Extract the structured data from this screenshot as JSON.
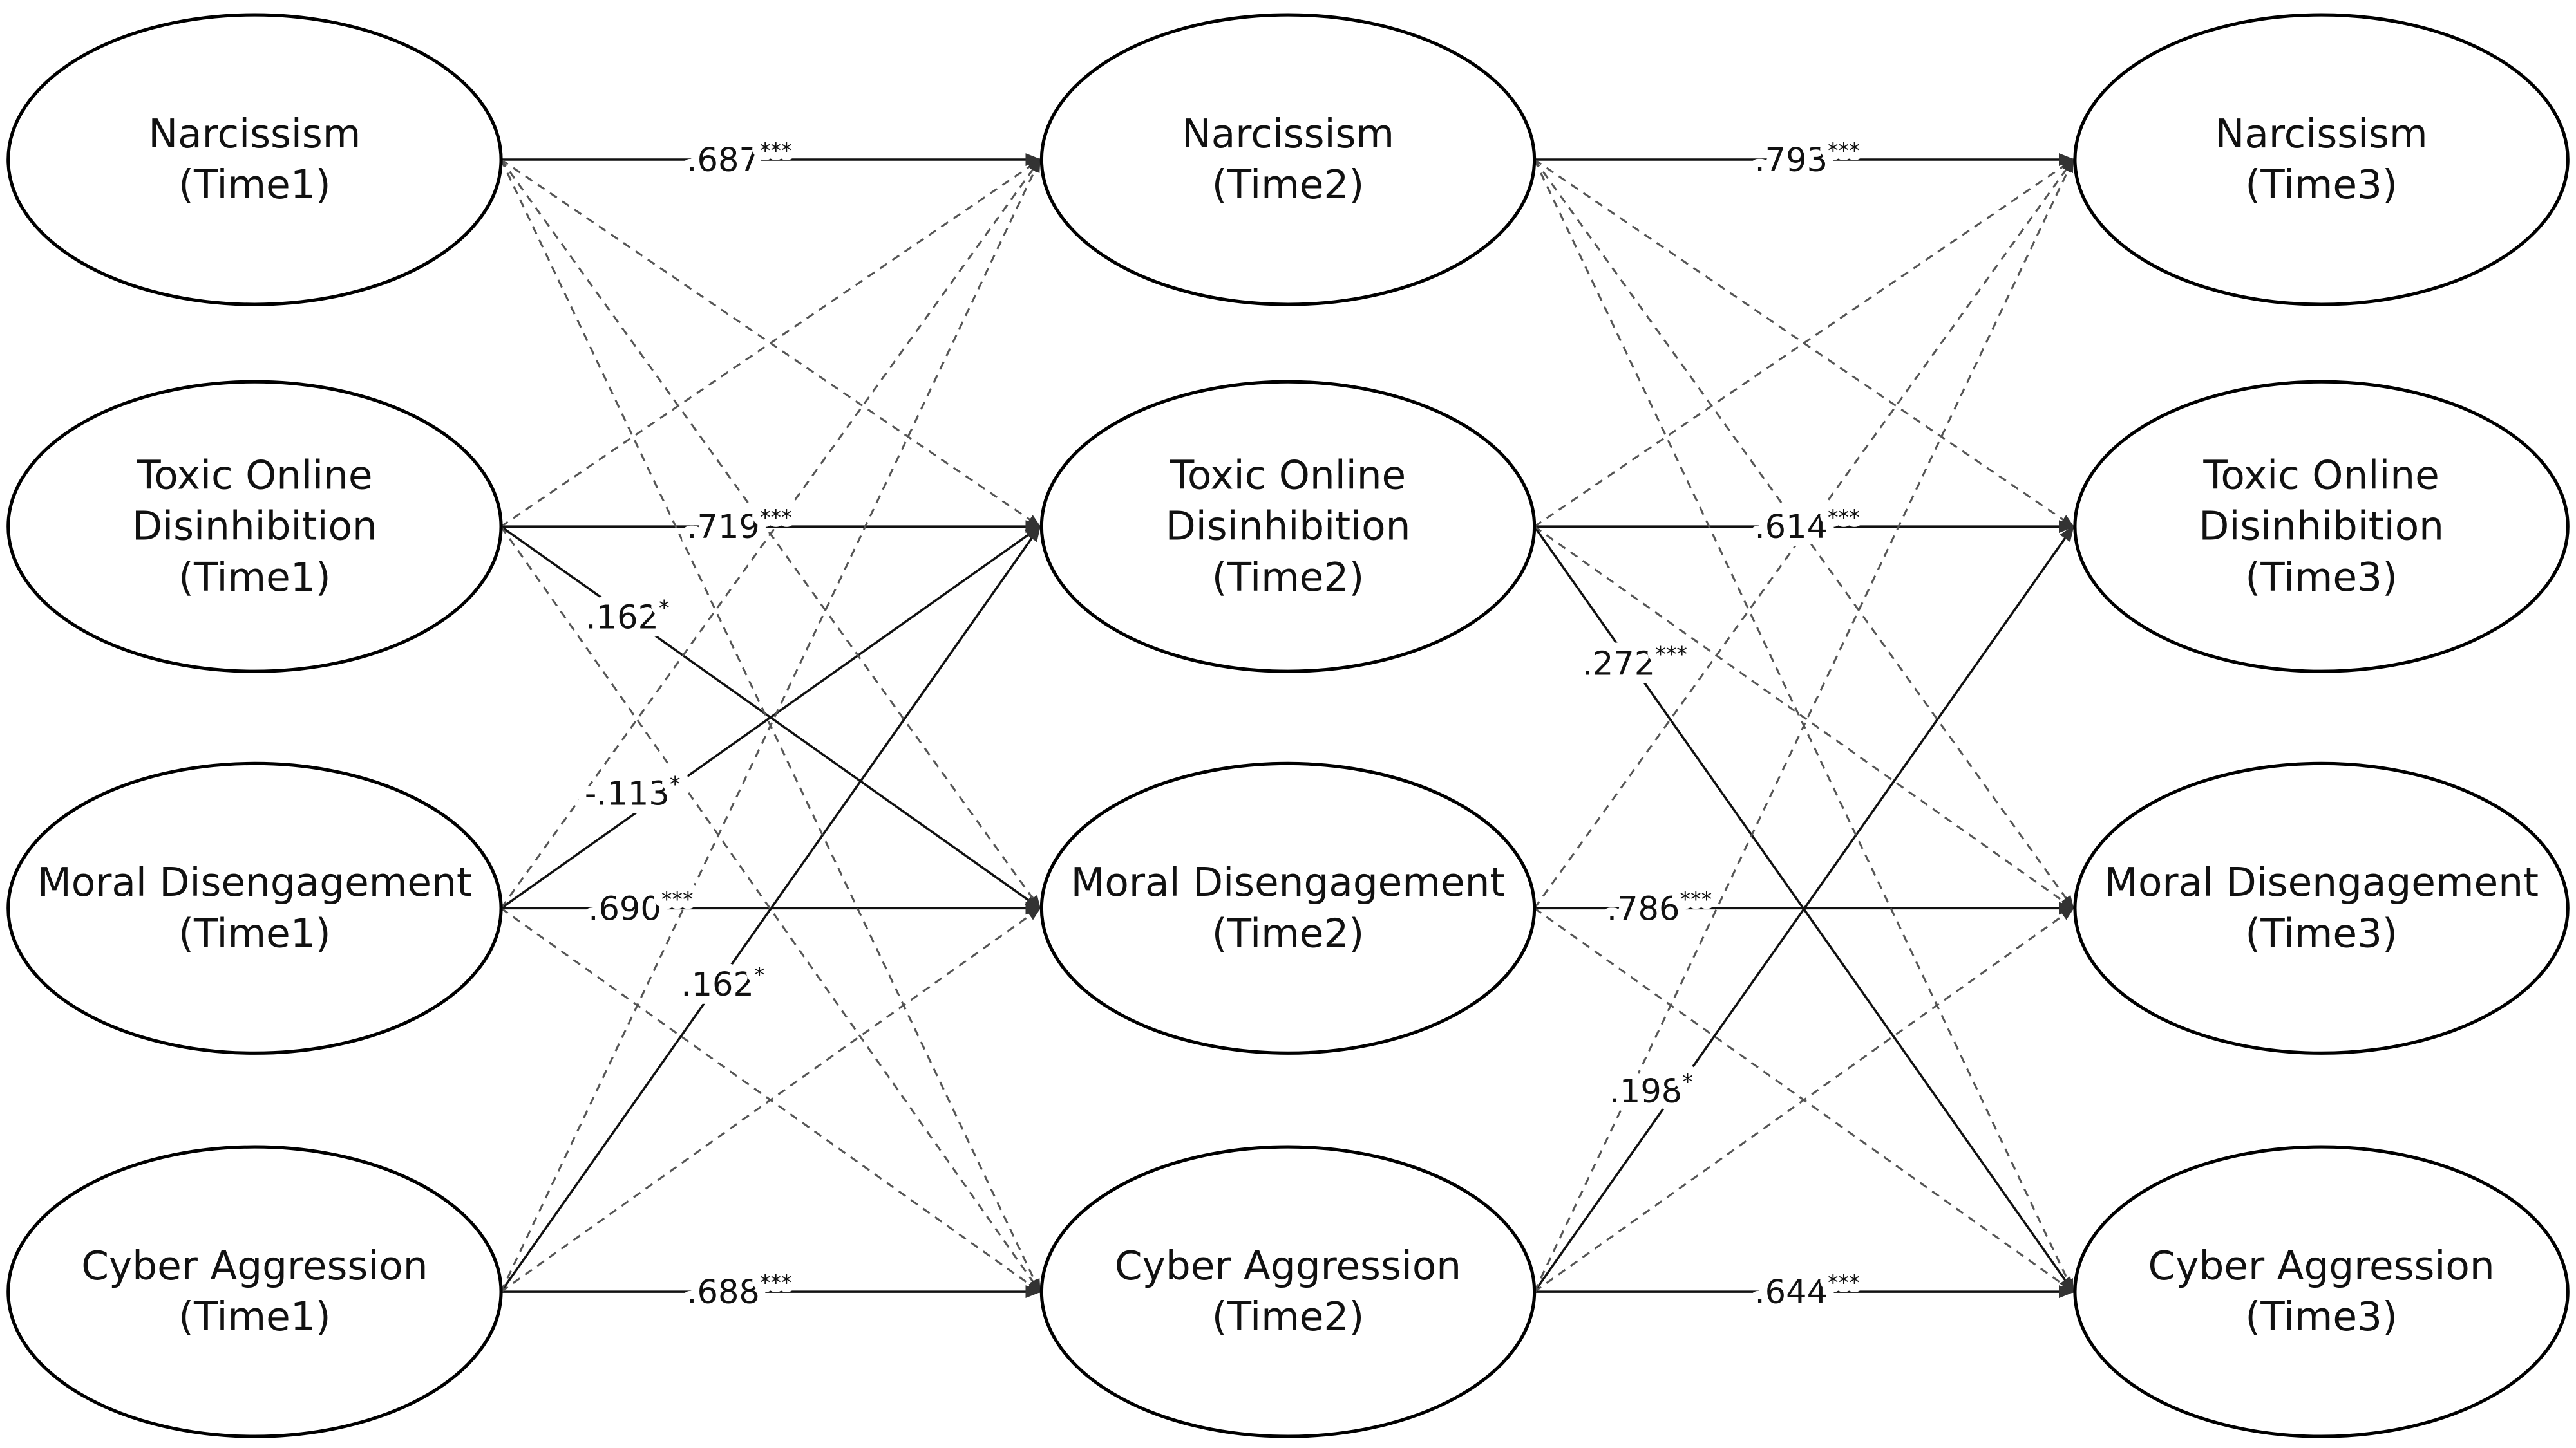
{
  "nodes": [
    {
      "id": "N1",
      "lines": [
        "Narcissism",
        "(Time1)"
      ]
    },
    {
      "id": "T1",
      "lines": [
        "Toxic Online",
        "Disinhibition",
        "(Time1)"
      ]
    },
    {
      "id": "M1",
      "lines": [
        "Moral Disengagement",
        "(Time1)"
      ]
    },
    {
      "id": "C1",
      "lines": [
        "Cyber Aggression",
        "(Time1)"
      ]
    },
    {
      "id": "N2",
      "lines": [
        "Narcissism",
        "(Time2)"
      ]
    },
    {
      "id": "T2",
      "lines": [
        "Toxic Online",
        "Disinhibition",
        "(Time2)"
      ]
    },
    {
      "id": "M2",
      "lines": [
        "Moral Disengagement",
        "(Time2)"
      ]
    },
    {
      "id": "C2",
      "lines": [
        "Cyber Aggression",
        "(Time2)"
      ]
    },
    {
      "id": "N3",
      "lines": [
        "Narcissism",
        "(Time3)"
      ]
    },
    {
      "id": "T3",
      "lines": [
        "Toxic Online",
        "Disinhibition",
        "(Time3)"
      ]
    },
    {
      "id": "M3",
      "lines": [
        "Moral Disengagement",
        "(Time3)"
      ]
    },
    {
      "id": "C3",
      "lines": [
        "Cyber Aggression",
        "(Time3)"
      ]
    }
  ],
  "edges": [
    {
      "from": "N1",
      "to": "N2",
      "style": "solid",
      "coef": ".687",
      "sig": "***"
    },
    {
      "from": "T1",
      "to": "T2",
      "style": "solid",
      "coef": ".719",
      "sig": "***"
    },
    {
      "from": "M1",
      "to": "M2",
      "style": "solid",
      "coef": ".690",
      "sig": "***"
    },
    {
      "from": "C1",
      "to": "C2",
      "style": "solid",
      "coef": ".688",
      "sig": "***"
    },
    {
      "from": "T1",
      "to": "M2",
      "style": "solid",
      "coef": ".162",
      "sig": "*"
    },
    {
      "from": "M1",
      "to": "T2",
      "style": "solid",
      "coef": "-.113",
      "sig": "*"
    },
    {
      "from": "C1",
      "to": "T2",
      "style": "solid",
      "coef": ".162",
      "sig": "*"
    },
    {
      "from": "N1",
      "to": "T2",
      "style": "dashed"
    },
    {
      "from": "N1",
      "to": "M2",
      "style": "dashed"
    },
    {
      "from": "N1",
      "to": "C2",
      "style": "dashed"
    },
    {
      "from": "T1",
      "to": "N2",
      "style": "dashed"
    },
    {
      "from": "T1",
      "to": "C2",
      "style": "dashed"
    },
    {
      "from": "M1",
      "to": "N2",
      "style": "dashed"
    },
    {
      "from": "M1",
      "to": "C2",
      "style": "dashed"
    },
    {
      "from": "C1",
      "to": "N2",
      "style": "dashed"
    },
    {
      "from": "C1",
      "to": "M2",
      "style": "dashed"
    },
    {
      "from": "N2",
      "to": "N3",
      "style": "solid",
      "coef": ".793",
      "sig": "***"
    },
    {
      "from": "T2",
      "to": "T3",
      "style": "solid",
      "coef": ".614",
      "sig": "***"
    },
    {
      "from": "M2",
      "to": "M3",
      "style": "solid",
      "coef": ".786",
      "sig": "***",
      "both": true
    },
    {
      "from": "C2",
      "to": "C3",
      "style": "solid",
      "coef": ".644",
      "sig": "***"
    },
    {
      "from": "T2",
      "to": "C3",
      "style": "solid",
      "coef": ".272",
      "sig": "***"
    },
    {
      "from": "C2",
      "to": "T3",
      "style": "solid",
      "coef": ".198",
      "sig": "*"
    },
    {
      "from": "N2",
      "to": "T3",
      "style": "dashed"
    },
    {
      "from": "N2",
      "to": "M3",
      "style": "dashed"
    },
    {
      "from": "N2",
      "to": "C3",
      "style": "dashed"
    },
    {
      "from": "T2",
      "to": "N3",
      "style": "dashed"
    },
    {
      "from": "T2",
      "to": "M3",
      "style": "dashed"
    },
    {
      "from": "M2",
      "to": "N3",
      "style": "dashed"
    },
    {
      "from": "M2",
      "to": "C3",
      "style": "dashed"
    },
    {
      "from": "C2",
      "to": "N3",
      "style": "dashed"
    },
    {
      "from": "C2",
      "to": "M3",
      "style": "dashed"
    }
  ],
  "colors": {
    "line": "#111111",
    "dashed": "#555555"
  }
}
